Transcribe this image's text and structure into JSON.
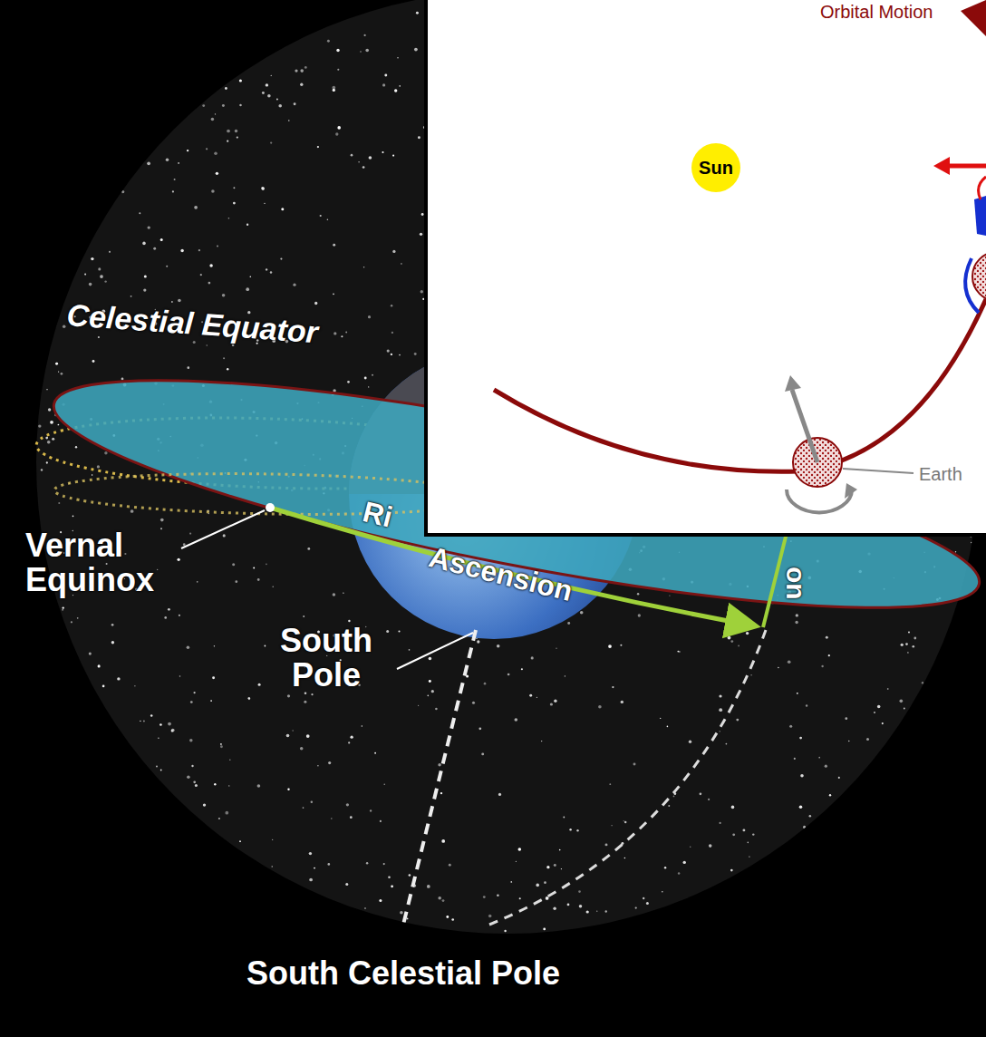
{
  "diagram": {
    "nodes": [
      {
        "text": [
          "Sun"
        ]
      }
    ],
    "labels": [
      "Orbital Motion",
      "Earth",
      "Celestial Equator",
      "Vernal Equinox",
      "Ri",
      "Ascension",
      "on",
      "South Pole",
      "South Celestial Pole"
    ]
  }
}
